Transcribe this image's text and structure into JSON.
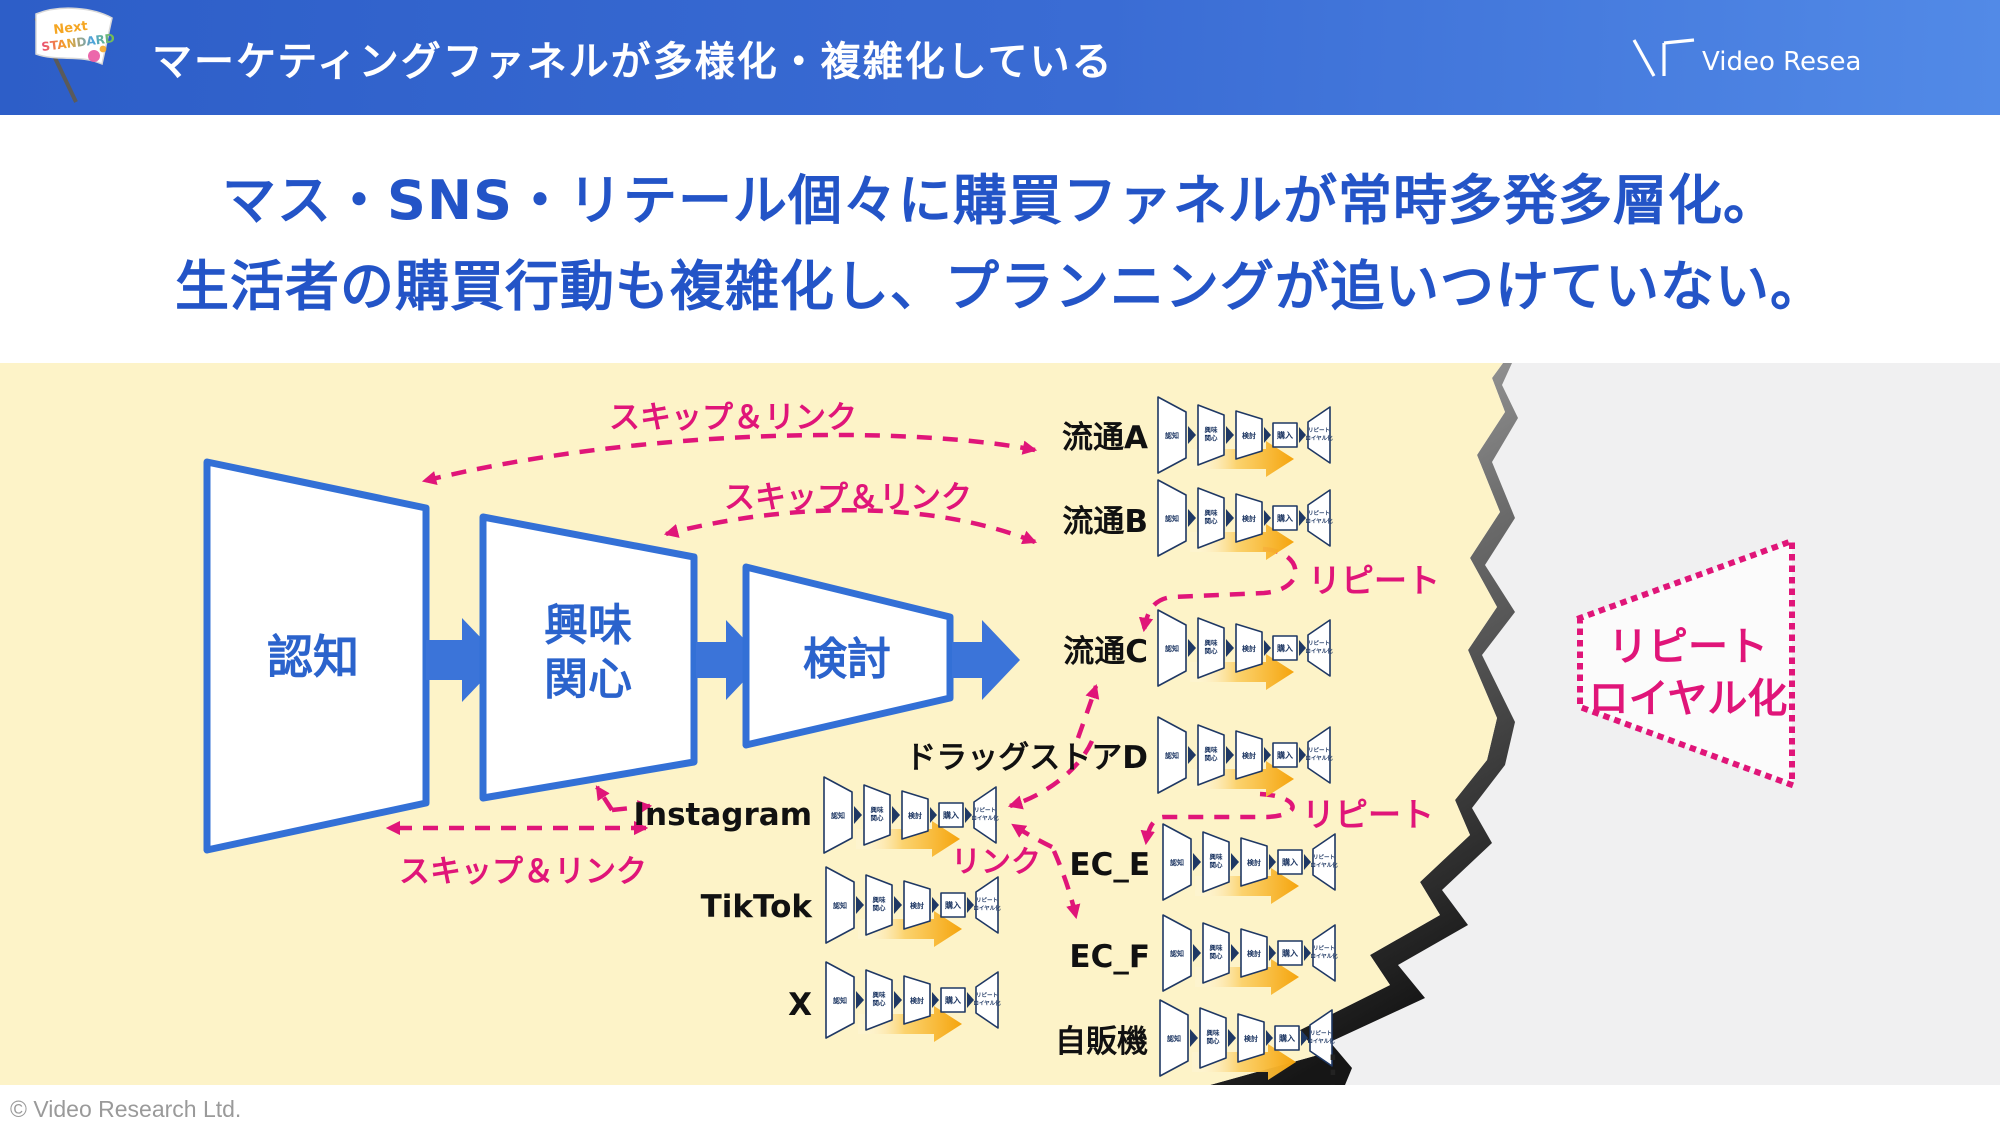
{
  "header": {
    "title": "マーケティングファネルが多様化・複雑化している",
    "brand": "Video Research",
    "flag_text_top": "Next",
    "flag_text_bottom": "STANDARD"
  },
  "headline": {
    "line1": "マス・SNS・リテール個々に購買ファネルが常時多発多層化。",
    "line2": "生活者の購買行動も複雑化し、プランニングが追いつけていない。"
  },
  "main_funnel": {
    "stage1": "認知",
    "stage2_line1": "興味",
    "stage2_line2": "関心",
    "stage3": "検討"
  },
  "mini_funnel": {
    "s1": "認知",
    "s2a": "興味",
    "s2b": "関心",
    "s3": "検討",
    "s4": "購入",
    "s5a": "リピート",
    "s5b": "ロイヤル化"
  },
  "channels": {
    "retail": [
      {
        "label": "流通A"
      },
      {
        "label": "流通B"
      },
      {
        "label": "流通C"
      },
      {
        "label": "ドラッグストアD"
      },
      {
        "label": "EC_E"
      },
      {
        "label": "EC_F"
      },
      {
        "label": "自販機"
      }
    ],
    "sns": [
      {
        "label": "Instagram"
      },
      {
        "label": "TikTok"
      },
      {
        "label": "X"
      }
    ]
  },
  "annotations": {
    "skip_link1": "スキップ＆リンク",
    "skip_link2": "スキップ＆リンク",
    "skip_link3": "スキップ＆リンク",
    "repeat1": "リピート",
    "repeat2": "リピート",
    "link": "リンク",
    "torn_goal_line1": "リピート",
    "torn_goal_line2": "ロイヤル化",
    "more_indicator": "⋮"
  },
  "footer": {
    "copyright": "© Video Research Ltd."
  },
  "colors": {
    "header_blue_start": "#2d5ec8",
    "header_blue_end": "#528ae7",
    "headline_blue": "#2354c7",
    "funnel_blue": "#3370d6",
    "accent_pink": "#e01579",
    "panel_yellow": "#fdf3c8",
    "panel_gray": "#f0f0f1",
    "mini_navy": "#1f3864",
    "purchase_red": "#d00000",
    "flow_orange": "#f5a40c"
  }
}
